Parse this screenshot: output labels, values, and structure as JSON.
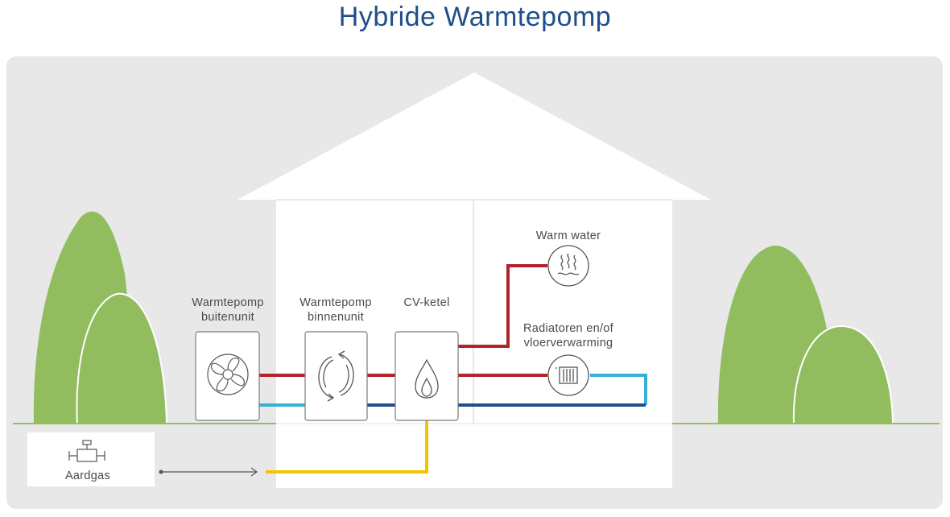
{
  "title": "Hybride Warmtepomp",
  "labels": {
    "outdoor_unit_line1": "Warmtepomp",
    "outdoor_unit_line2": "buitenunit",
    "indoor_unit_line1": "Warmtepomp",
    "indoor_unit_line2": "binnenunit",
    "boiler": "CV-ketel",
    "warm_water": "Warm water",
    "radiators_line1": "Radiatoren en/of",
    "radiators_line2": "vloerverwarming",
    "gas": "Aardgas"
  },
  "colors": {
    "title": "#1f4e8c",
    "panel_background": "#e8e8e8",
    "house": "#ffffff",
    "tree": "#92bd5f",
    "ground_line": "#8fc05a",
    "hot_pipe": "#b3212b",
    "cold_pipe": "#3aaed8",
    "return_pipe": "#1c4f8c",
    "gas_pipe": "#f5c400",
    "icon_stroke": "#555555"
  },
  "icons": {
    "outdoor_unit": "fan-icon",
    "indoor_unit": "cycle-arrows-icon",
    "boiler": "flame-icon",
    "warm_water": "heat-waves-icon",
    "radiators": "radiator-icon",
    "gas": "gas-valve-icon"
  }
}
